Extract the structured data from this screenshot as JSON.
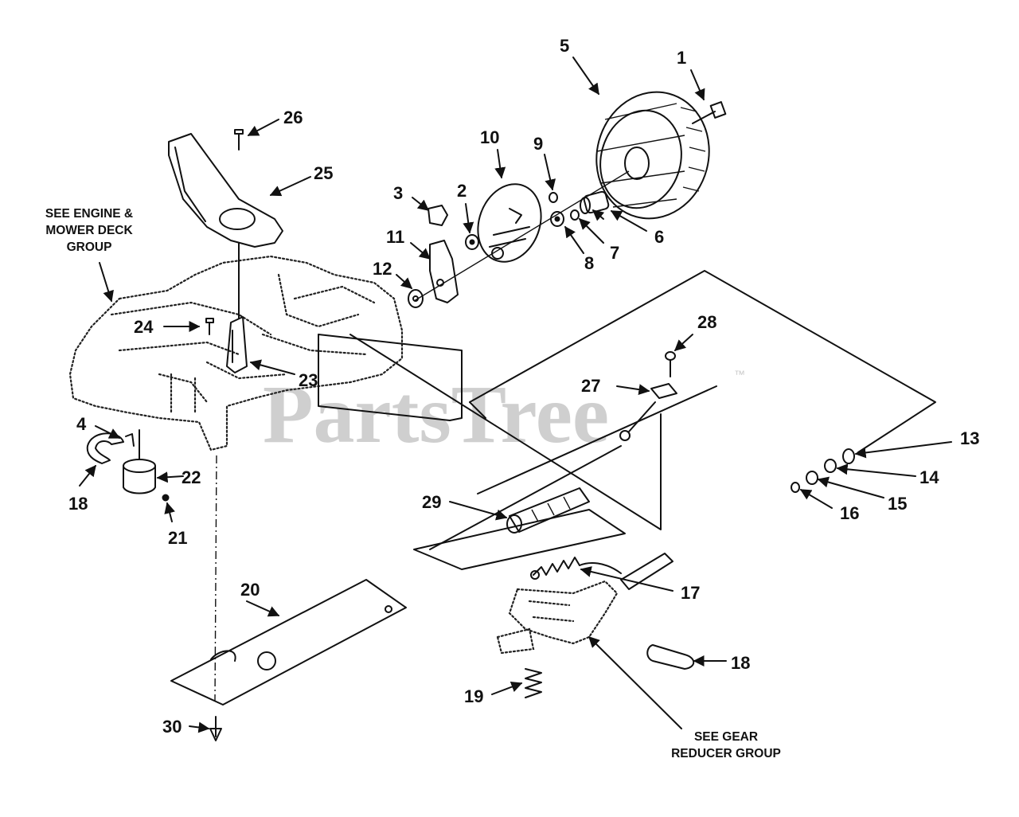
{
  "watermark": {
    "text": "PartsTree",
    "trademark": "™"
  },
  "notes": {
    "engine_line1": "SEE ENGINE &",
    "engine_line2": "MOWER DECK",
    "engine_line3": "GROUP",
    "gear_line1": "SEE GEAR",
    "gear_line2": "REDUCER GROUP"
  },
  "callouts": {
    "n1": "1",
    "n2": "2",
    "n3": "3",
    "n4": "4",
    "n5": "5",
    "n6": "6",
    "n7": "7",
    "n8": "8",
    "n9": "9",
    "n10": "10",
    "n11": "11",
    "n12": "12",
    "n13": "13",
    "n14": "14",
    "n15": "15",
    "n16": "16",
    "n17": "17",
    "n18a": "18",
    "n18b": "18",
    "n19": "19",
    "n20": "20",
    "n21": "21",
    "n22": "22",
    "n23": "23",
    "n24": "24",
    "n25": "25",
    "n26": "26",
    "n27": "27",
    "n28": "28",
    "n29": "29",
    "n30": "30"
  }
}
